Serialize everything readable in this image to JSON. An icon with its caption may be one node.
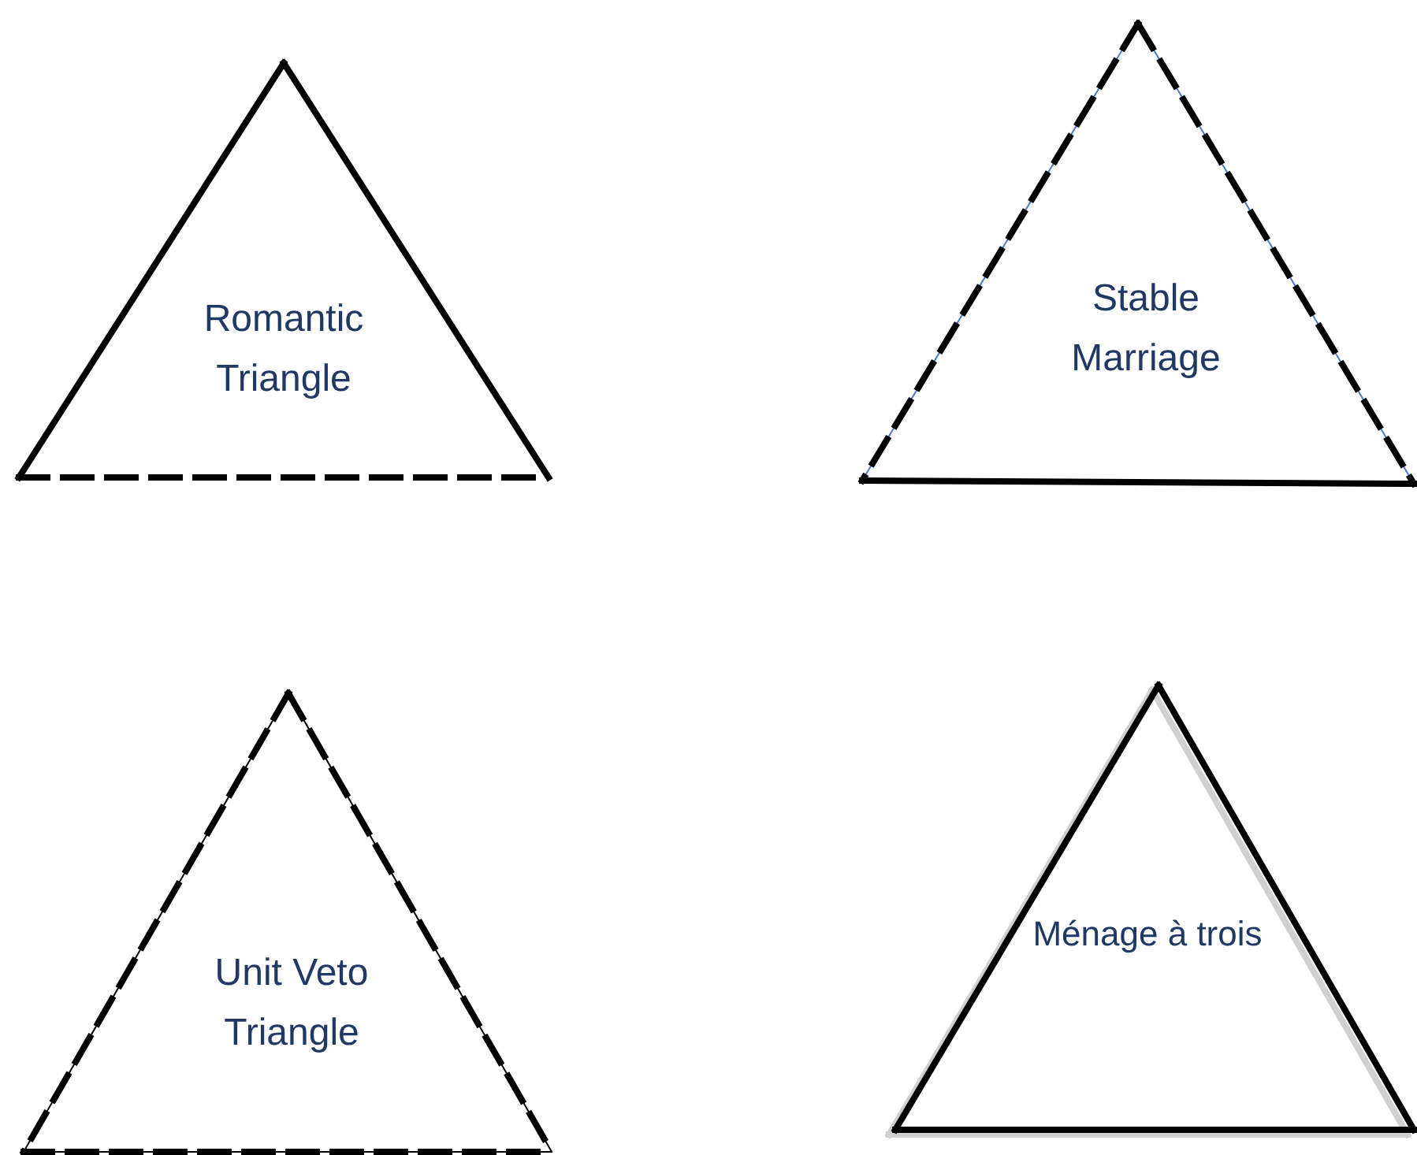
{
  "diagram": {
    "nodes": [
      {
        "text": [
          "Romantic Triangle"
        ]
      },
      {
        "text": [
          "Stable Marriage"
        ]
      },
      {
        "text": [
          "Unit Veto Triangle"
        ]
      },
      {
        "text": [
          "Ménage à trois"
        ]
      }
    ]
  }
}
